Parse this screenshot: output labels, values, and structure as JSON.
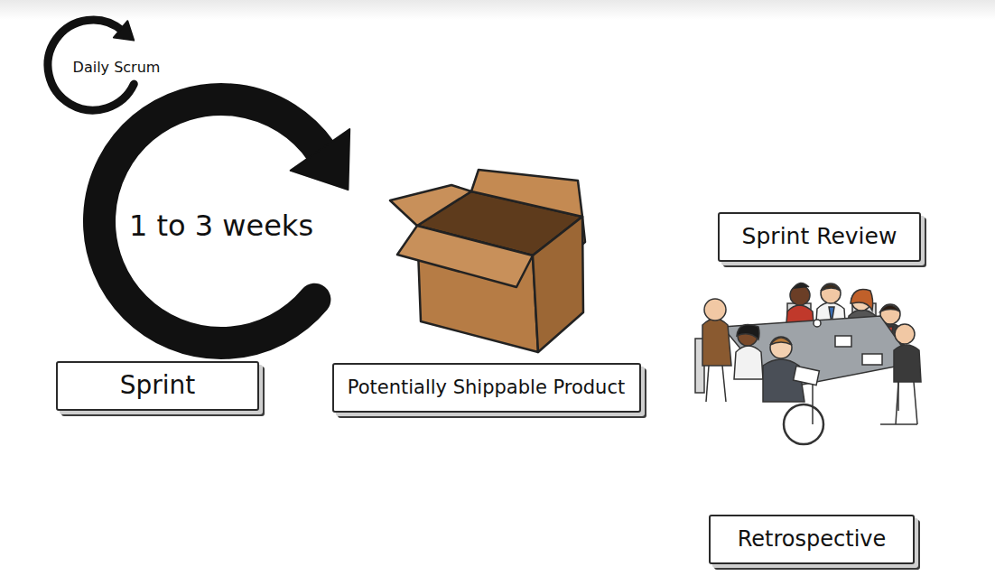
{
  "diagram": {
    "nodes": [
      {
        "text": [
          "Daily Scrum"
        ]
      },
      {
        "text": [
          "1 to 3 weeks"
        ]
      },
      {
        "text": [
          "Sprint"
        ]
      },
      {
        "text": [
          "Potentially Shippable Product"
        ]
      },
      {
        "text": [
          "Sprint Review"
        ]
      },
      {
        "text": [
          "Retrospective"
        ]
      }
    ]
  }
}
